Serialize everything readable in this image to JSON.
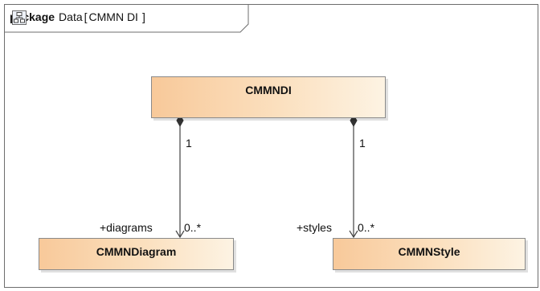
{
  "frame": {
    "keyword": "package",
    "name": "Data",
    "bracket_open": "[",
    "diagram_name": "CMMN DI",
    "bracket_close": "]",
    "icon": "class-diagram-icon"
  },
  "classes": {
    "root": "CMMNDI",
    "diagram": "CMMNDiagram",
    "style": "CMMNStyle"
  },
  "associations": [
    {
      "source_multiplicity": "1",
      "target_role": "+diagrams",
      "target_multiplicity": "0..*"
    },
    {
      "source_multiplicity": "1",
      "target_role": "+styles",
      "target_multiplicity": "0..*"
    }
  ],
  "colors": {
    "class_fill_start": "#f8c99a",
    "class_fill_end": "#fdf3e3",
    "line": "#444444"
  }
}
